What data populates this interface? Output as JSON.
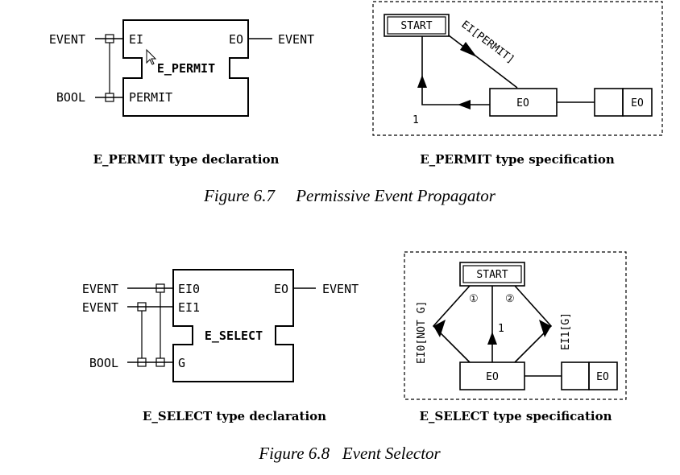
{
  "figure_67": {
    "declaration": {
      "fb_name": "E_PERMIT",
      "inputs": [
        {
          "pin": "EI",
          "type": "EVENT"
        },
        {
          "pin": "PERMIT",
          "type": "BOOL"
        }
      ],
      "outputs": [
        {
          "pin": "EO",
          "type": "EVENT"
        }
      ],
      "caption": "E_PERMIT type declaration"
    },
    "specification": {
      "start_state": "START",
      "state": "EO",
      "action_output": "EO",
      "transition_start_to_eo": "EI[PERMIT]",
      "transition_eo_to_start": "1",
      "caption": "E_PERMIT type specification"
    },
    "title": "Figure 6.7     Permissive Event Propagator"
  },
  "figure_68": {
    "declaration": {
      "fb_name": "E_SELECT",
      "inputs": [
        {
          "pin": "EI0",
          "type": "EVENT"
        },
        {
          "pin": "EI1",
          "type": "EVENT"
        },
        {
          "pin": "G",
          "type": "BOOL"
        }
      ],
      "outputs": [
        {
          "pin": "EO",
          "type": "EVENT"
        }
      ],
      "caption": "E_SELECT type declaration"
    },
    "specification": {
      "start_state": "START",
      "state": "EO",
      "action_output": "EO",
      "transition_left": "EI0[NOT G]",
      "transition_right": "EI1[G]",
      "transition_back": "1",
      "priority_1": "①",
      "priority_2": "②",
      "caption": "E_SELECT type specification"
    },
    "title": "Figure 6.8   Event Selector"
  }
}
